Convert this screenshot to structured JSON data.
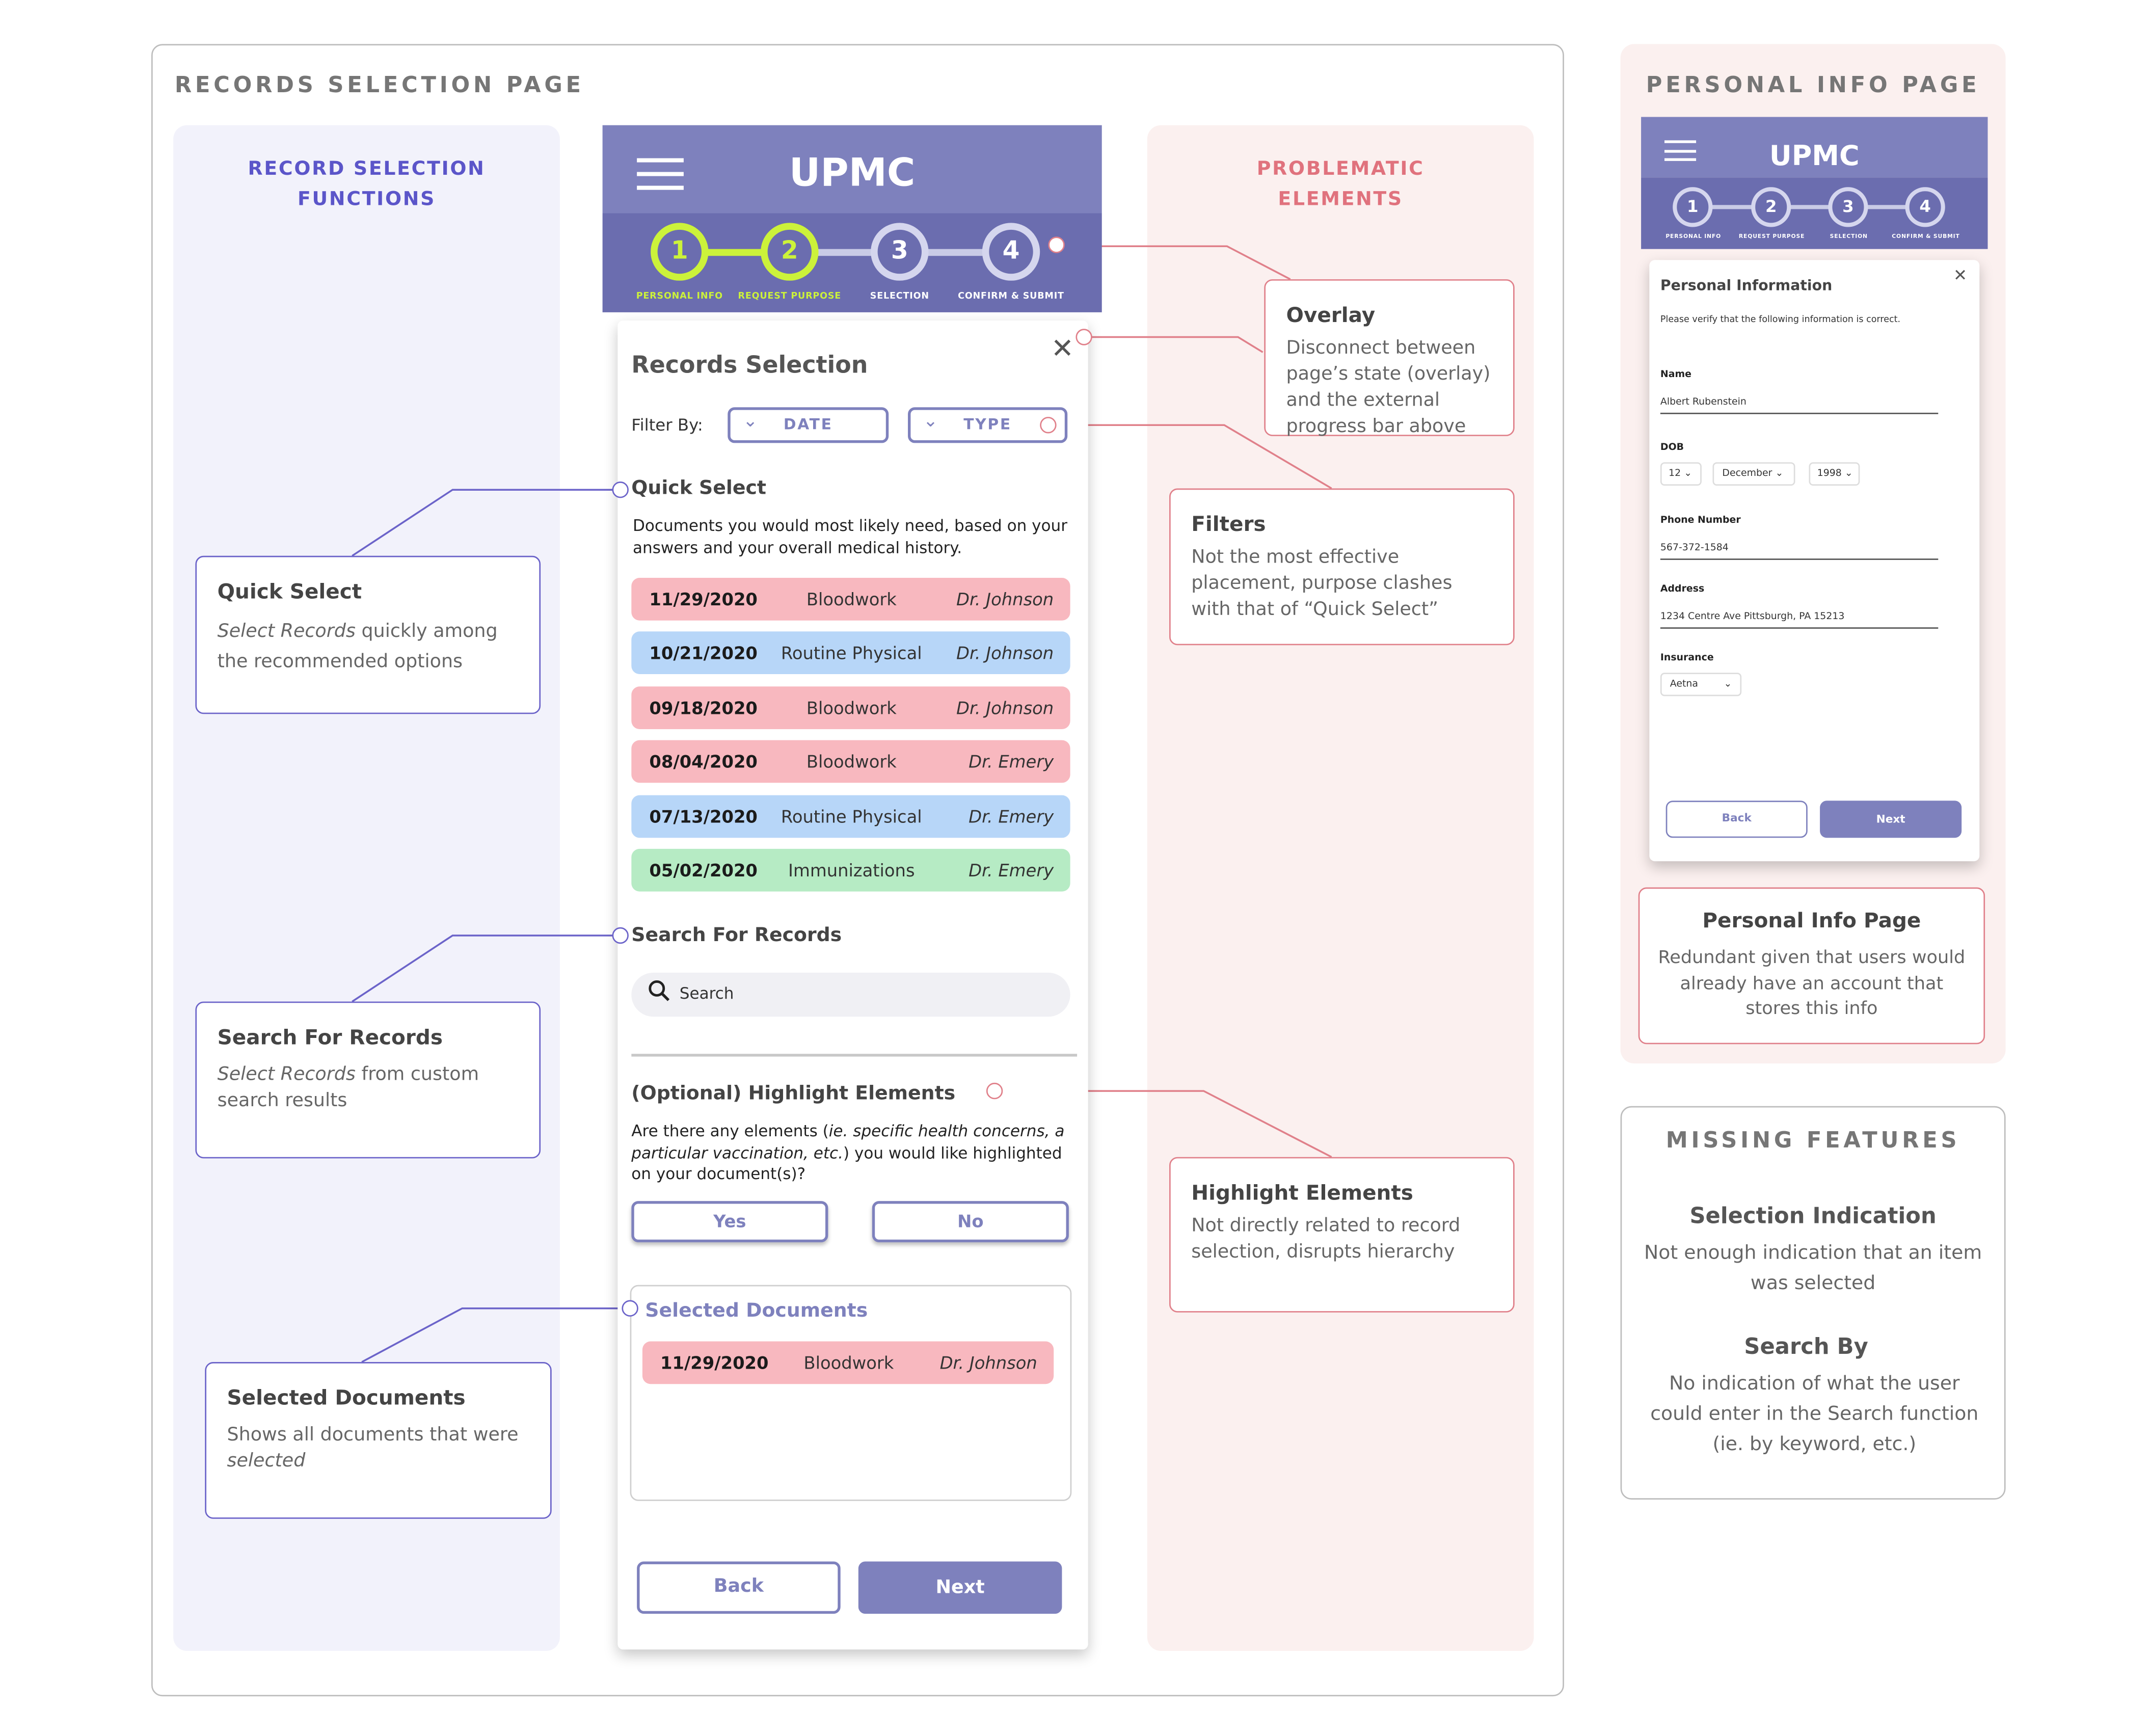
{
  "sections": {
    "records_page": "RECORDS SELECTION PAGE",
    "personal_page": "PERSONAL INFO PAGE",
    "missing_features": "MISSING FEATURES"
  },
  "columns": {
    "functions": "RECORD SELECTION\nFUNCTIONS",
    "problems": "PROBLEMATIC\nELEMENTS"
  },
  "colors": {
    "accent": "#7e81bd",
    "step_done": "#ccf23a",
    "pink_record": "#f8b8bf",
    "blue_record": "#b7d6f8",
    "green_record": "#b6ebc4",
    "purple_callout": "#6b63c9",
    "red_callout": "#e0808a"
  },
  "app": {
    "brand": "UPMC",
    "menu_icon": "hamburger-icon",
    "steps": [
      {
        "num": "1",
        "label": "PERSONAL INFO",
        "done": true
      },
      {
        "num": "2",
        "label": "REQUEST PURPOSE",
        "done": true
      },
      {
        "num": "3",
        "label": "SELECTION",
        "done": false
      },
      {
        "num": "4",
        "label": "CONFIRM & SUBMIT",
        "done": false
      }
    ]
  },
  "records": {
    "title": "Records Selection",
    "close_icon": "close-icon",
    "filter_label": "Filter By:",
    "filter_date": "DATE",
    "filter_type": "TYPE",
    "quick_select_title": "Quick Select",
    "quick_select_desc": "Documents you would most likely need, based on your answers and your overall medical history.",
    "rows": [
      {
        "date": "11/29/2020",
        "type": "Bloodwork",
        "doctor": "Dr. Johnson",
        "color": "#f8b8bf"
      },
      {
        "date": "10/21/2020",
        "type": "Routine Physical",
        "doctor": "Dr. Johnson",
        "color": "#b7d6f8"
      },
      {
        "date": "09/18/2020",
        "type": "Bloodwork",
        "doctor": "Dr. Johnson",
        "color": "#f8b8bf"
      },
      {
        "date": "08/04/2020",
        "type": "Bloodwork",
        "doctor": "Dr. Emery",
        "color": "#f8b8bf"
      },
      {
        "date": "07/13/2020",
        "type": "Routine Physical",
        "doctor": "Dr. Emery",
        "color": "#b7d6f8"
      },
      {
        "date": "05/02/2020",
        "type": "Immunizations",
        "doctor": "Dr. Emery",
        "color": "#b6ebc4"
      }
    ],
    "search_title": "Search For Records",
    "search_placeholder": "Search",
    "highlight_title": "(Optional) Highlight Elements",
    "highlight_q_prefix": "Are there any elements (",
    "highlight_q_italic": "ie. specific health concerns, a particular vaccination, etc.",
    "highlight_q_suffix": ") you would like highlighted on your document(s)?",
    "yes": "Yes",
    "no": "No",
    "selected_title": "Selected Documents",
    "selected_row": {
      "date": "11/29/2020",
      "type": "Bloodwork",
      "doctor": "Dr. Johnson",
      "color": "#f8b8bf"
    },
    "back": "Back",
    "next": "Next"
  },
  "callouts_left": [
    {
      "title": "Quick Select",
      "italic": "Select Records",
      "text": " quickly among the recommended options"
    },
    {
      "title": "Search For Records",
      "italic": "Select Records",
      "text": " from custom search results"
    },
    {
      "title": "Selected Documents",
      "text": "Shows all documents that were ",
      "italic": "selected"
    }
  ],
  "callouts_right": [
    {
      "title": "Overlay",
      "text": "Disconnect between page’s state (overlay) and the external progress bar above"
    },
    {
      "title": "Filters",
      "text": "Not the most effective placement, purpose clashes with that of “Quick Select”"
    },
    {
      "title": "Highlight Elements",
      "text": "Not directly related to record selection, disrupts hierarchy"
    }
  ],
  "personal": {
    "brand": "UPMC",
    "steps": [
      "1",
      "2",
      "3",
      "4"
    ],
    "step_labels": [
      "PERSONAL INFO",
      "REQUEST PURPOSE",
      "SELECTION",
      "CONFIRM & SUBMIT"
    ],
    "title": "Personal Information",
    "subtitle": "Please verify that the following information is correct.",
    "name_label": "Name",
    "name_value": "Albert Rubenstein",
    "dob_label": "DOB",
    "dob_day": "12",
    "dob_month": "December",
    "dob_year": "1998",
    "phone_label": "Phone Number",
    "phone_value": "567-372-1584",
    "address_label": "Address",
    "address_value": "1234 Centre Ave Pittsburgh, PA 15213",
    "insurance_label": "Insurance",
    "insurance_value": "Aetna",
    "back": "Back",
    "next": "Next",
    "callout_title": "Personal Info Page",
    "callout_text": "Redundant given that users would already have an account that stores this info"
  },
  "missing": [
    {
      "title": "Selection Indication",
      "text": "Not enough indication that an item was selected"
    },
    {
      "title": "Search By",
      "text": "No indication of what the user could enter in the Search function (ie. by keyword, etc.)"
    }
  ]
}
